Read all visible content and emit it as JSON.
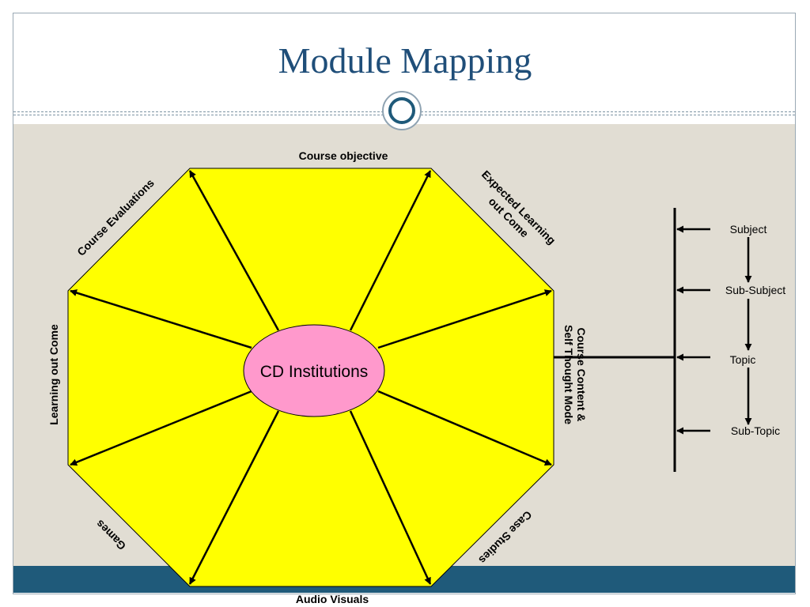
{
  "slide": {
    "title": "Module Mapping"
  },
  "diagram": {
    "center_label": "CD Institutions",
    "octagon_labels": {
      "top": "Course objective",
      "top_right_line1": "Expected Learning",
      "top_right_line2": "out Come",
      "right_line1": "Course Content &",
      "right_line2": "Self Thought Mode",
      "bottom_right": "Case Studies",
      "bottom": "Audio Visuals",
      "bottom_left": "Games",
      "left": "Learning out Come",
      "top_left": "Course Evaluations"
    },
    "hierarchy": [
      "Subject",
      "Sub-Subject",
      "Topic",
      "Sub-Topic"
    ]
  },
  "colors": {
    "octagon_fill": "#ffff00",
    "center_fill": "#ff99cc",
    "background_band": "#e1ddd3",
    "footer_band": "#1f5a7a",
    "title": "#1f4e79"
  }
}
